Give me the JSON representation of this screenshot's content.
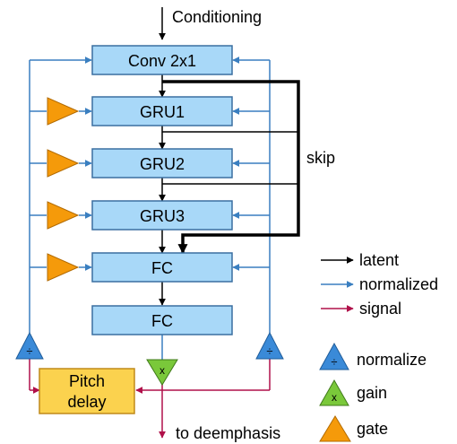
{
  "colors": {
    "block_fill": "#a8d8f8",
    "block_stroke": "#3a6fa0",
    "latent": "#000000",
    "normalized": "#3a7fc0",
    "signal": "#b0104a",
    "normalize_fill": "#3a8ad8",
    "gain_fill": "#7ac83a",
    "gate_fill": "#f59a0a",
    "pitch_fill": "#fbd24e",
    "pitch_stroke": "#c08a1a"
  },
  "input_label": "Conditioning",
  "output_label": "to deemphasis",
  "skip_label": "skip",
  "blocks": {
    "conv": "Conv 2x1",
    "gru1": "GRU1",
    "gru2": "GRU2",
    "gru3": "GRU3",
    "fc1": "FC",
    "fc2": "FC"
  },
  "pitch_delay": {
    "line1": "Pitch",
    "line2": "delay"
  },
  "symbols": {
    "normalize": "÷",
    "gain": "x"
  },
  "legend": {
    "latent": "latent",
    "normalized": "normalized",
    "signal": "signal",
    "normalize": "normalize",
    "gain": "gain",
    "gate": "gate"
  }
}
